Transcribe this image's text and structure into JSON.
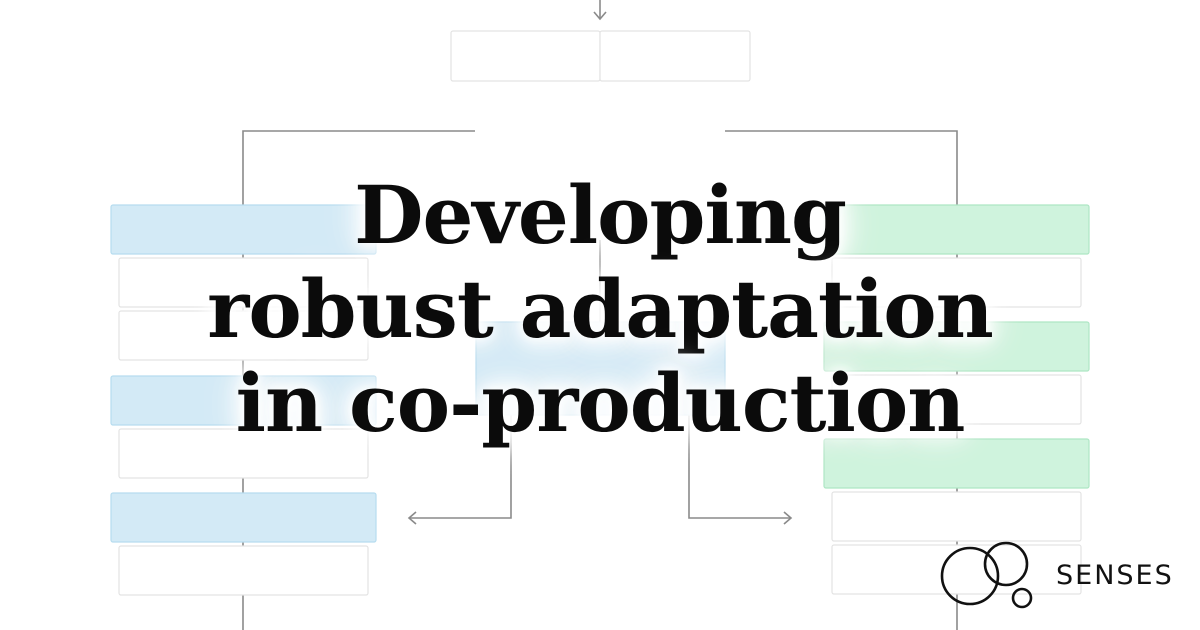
{
  "title": {
    "line1": "Developing",
    "line2": "robust adaptation",
    "line3": "in co-production"
  },
  "brand": {
    "name": "SENSES"
  },
  "colors": {
    "text": "#0b0b0b",
    "line": "#8a8a8a",
    "box_border": "#e3e3e3",
    "blue_fill": "#d3eaf6",
    "blue_border": "#b6dcef",
    "green_fill": "#cff3dd",
    "green_border": "#aee6c4"
  }
}
